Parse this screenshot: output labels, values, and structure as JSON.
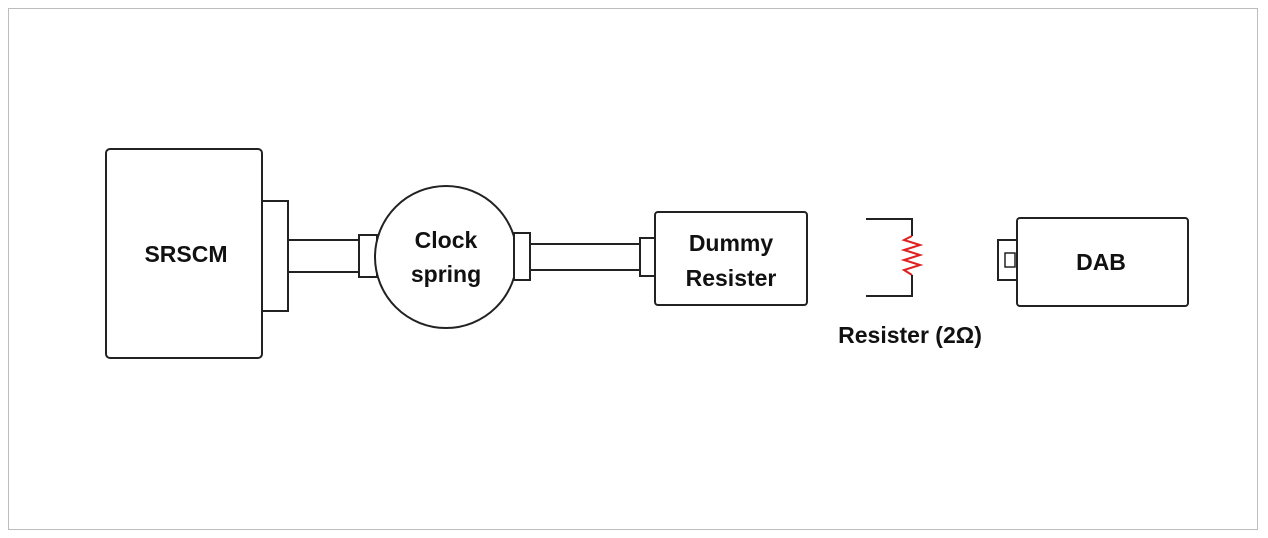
{
  "diagram": {
    "srscm_label": "SRSCM",
    "clock_spring_line1": "Clock",
    "clock_spring_line2": "spring",
    "dummy_resister_line1": "Dummy",
    "dummy_resister_line2": "Resister",
    "dab_label": "DAB",
    "resister_caption": "Resister (2Ω)"
  },
  "colors": {
    "outline": "#222222",
    "resistor_zigzag": "#e02020",
    "frame_border": "#bdbdbd"
  }
}
